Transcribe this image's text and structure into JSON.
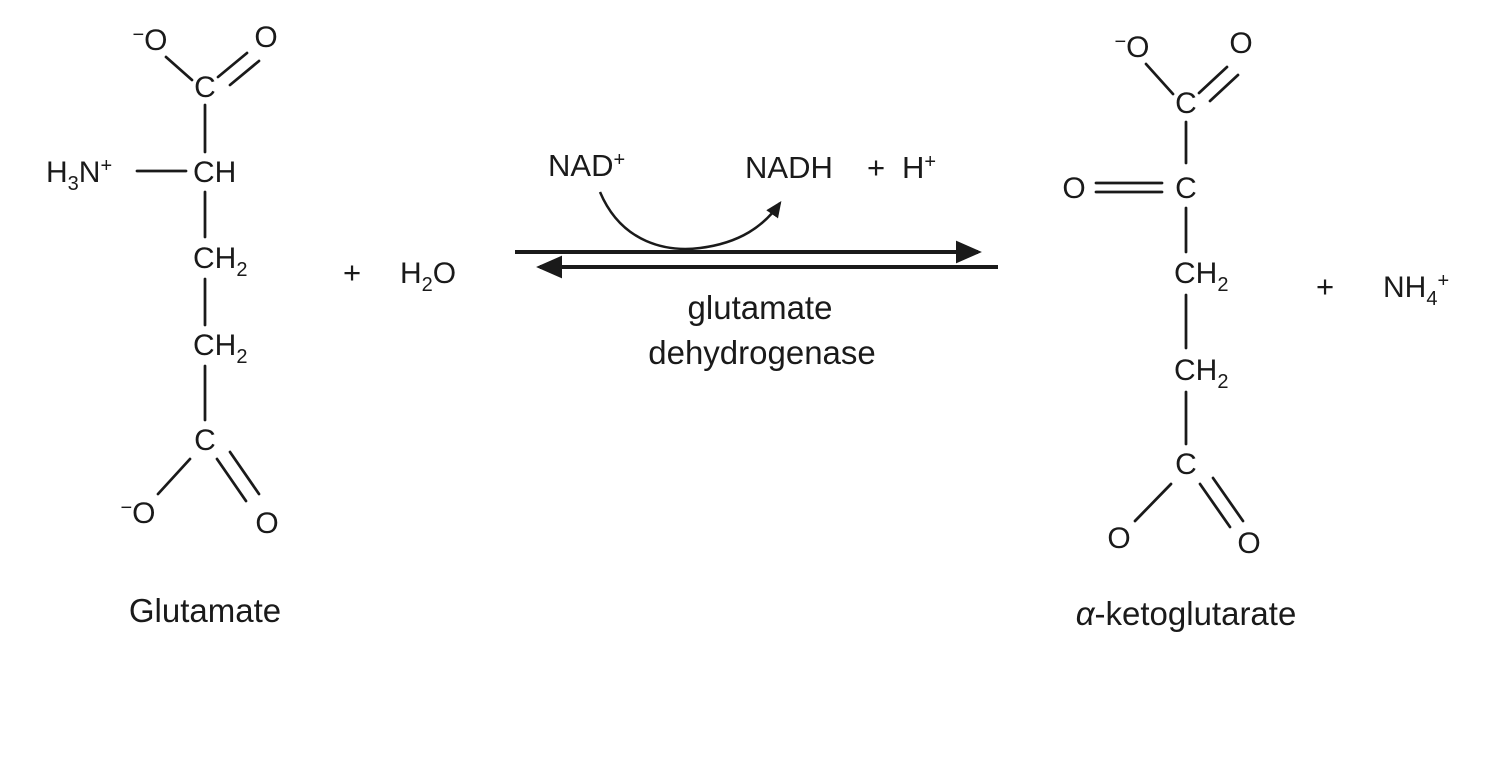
{
  "colors": {
    "ink": "#1a1a1a",
    "background": "#ffffff"
  },
  "glutamate": {
    "label": "Glutamate",
    "top_carboxylate": {
      "o_minus_sign": "−",
      "o_minus": "O",
      "c": "C",
      "o_double": "O"
    },
    "amino": {
      "h": "H",
      "h_sub": "3",
      "n": "N",
      "n_sup": "+"
    },
    "alpha_ch": "CH",
    "ch2_upper": {
      "main": "CH",
      "sub": "2"
    },
    "ch2_lower": {
      "main": "CH",
      "sub": "2"
    },
    "bottom_carboxylate": {
      "c": "C",
      "o_minus_sign": "−",
      "o_minus": "O",
      "o_double": "O"
    }
  },
  "left_side": {
    "plus": "+",
    "water": {
      "h": "H",
      "sub": "2",
      "o": "O"
    }
  },
  "center": {
    "nad": {
      "main": "NAD",
      "sup": "+"
    },
    "nadh": "NADH",
    "plus": "+",
    "h_plus": {
      "main": "H",
      "sup": "+"
    },
    "enzyme_line1": "glutamate",
    "enzyme_line2": "dehydrogenase"
  },
  "ketoglutarate": {
    "label_alpha": "α",
    "label_rest": "-ketoglutarate",
    "top_carboxylate": {
      "o_minus_sign": "−",
      "o_minus": "O",
      "c": "C",
      "o_double": "O"
    },
    "keto": {
      "o": "O",
      "c": "C"
    },
    "ch2_upper": {
      "main": "CH",
      "sub": "2"
    },
    "ch2_lower": {
      "main": "CH",
      "sub": "2"
    },
    "bottom_carboxylate": {
      "c": "C",
      "o_left": "O",
      "o_right": "O"
    }
  },
  "right_side": {
    "plus": "+",
    "ammonium": {
      "main": "NH",
      "sub": "4",
      "sup": "+"
    }
  }
}
